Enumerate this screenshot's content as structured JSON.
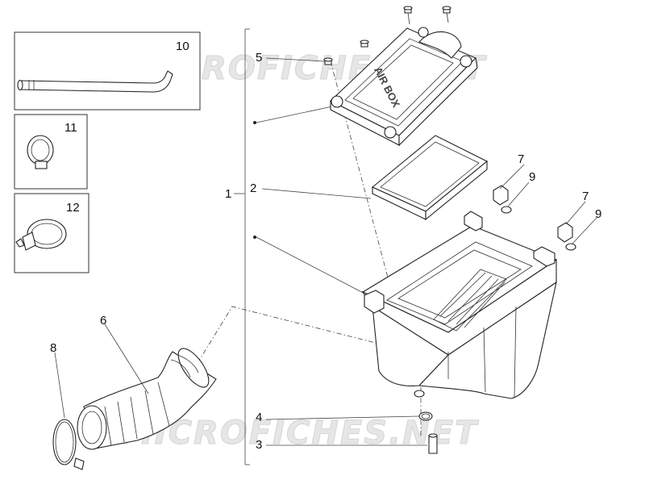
{
  "watermark": {
    "text": "MICROFICHES.NET"
  },
  "box_embossing": {
    "text": "AIR BOX"
  },
  "callouts": {
    "c1": "1",
    "c2": "2",
    "c3": "3",
    "c4": "4",
    "c5": "5",
    "c6": "6",
    "c7a": "7",
    "c7b": "7",
    "c8": "8",
    "c9a": "9",
    "c9b": "9",
    "c10": "10",
    "c11": "11",
    "c12": "12"
  }
}
